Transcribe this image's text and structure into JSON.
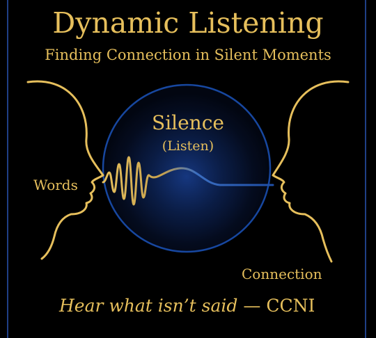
{
  "title": "Dynamic Listening",
  "subtitle": "Finding Connection in Silent Moments",
  "center": {
    "label": "Silence",
    "sublabel": "(Listen)"
  },
  "left_label": "Words",
  "right_label": "Connection",
  "tagline": {
    "quote": "Hear what isn’t said",
    "dash": "—",
    "org": "CCNI"
  },
  "colors": {
    "gold": "#e6bf5c",
    "frame_blue": "#1f3f86",
    "orb_blue": "#1a4fb0",
    "wave_blue": "#2a66c8",
    "background": "#000000"
  },
  "icons": [
    "left-face-profile-icon",
    "right-face-profile-icon",
    "sound-wave-icon",
    "glowing-orb-icon"
  ]
}
